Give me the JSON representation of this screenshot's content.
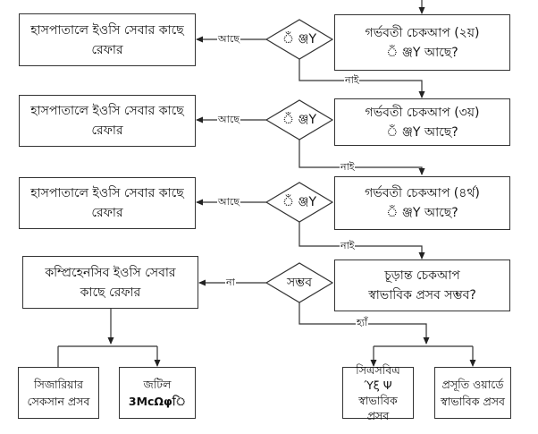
{
  "flowchart": {
    "checkups": [
      {
        "title": "গর্ভবতী চেকআপ (২য়)",
        "question_glyph": "ঁ ঞ্জY",
        "question_suffix": "আছে?"
      },
      {
        "title": "গর্ভবতী চেকআপ (৩য়)",
        "question_glyph": "ঁ ঞ্জY",
        "question_suffix": "আছে?"
      },
      {
        "title": "গর্ভবতী চেকআপ (৪র্থ)",
        "question_glyph": "ঁ ঞ্জY",
        "question_suffix": "আছে?"
      },
      {
        "title": "চূড়ান্ত চেকআপ",
        "question_glyph": "",
        "question_suffix": "স্বাভাবিক প্রসব সম্ভব?"
      }
    ],
    "decisions": [
      {
        "label": "ঁ ঞ্জY"
      },
      {
        "label": "ঁ ঞ্জY"
      },
      {
        "label": "ঁ ঞ্জY"
      },
      {
        "label": "সম্ভব"
      }
    ],
    "referrals": [
      {
        "line1": "হাসপাতালে ইওসি সেবার কাছে",
        "line2": "রেফার"
      },
      {
        "line1": "হাসপাতালে ইওসি সেবার কাছে",
        "line2": "রেফার"
      },
      {
        "line1": "হাসপাতালে ইওসি সেবার কাছে",
        "line2": "রেফার"
      },
      {
        "line1": "কম্প্রিহেনসিব ইওসি সেবার",
        "line2": "কাছে রেফার"
      }
    ],
    "edge_labels": {
      "yes_present": "আছে",
      "no_absent": "নাই",
      "no": "না",
      "yes": "হ্যাঁ"
    },
    "outcomes": [
      {
        "line1": "সিজারিয়ার",
        "line2": "সেকসান প্রসব",
        "line3": ""
      },
      {
        "line1": "জটিল",
        "line2": "3McΩφি",
        "line3": ""
      },
      {
        "line1": "সিএসবিএ",
        "line2": "Ύξ Ψ স্বাভাবিক",
        "line3": "প্রসব"
      },
      {
        "line1": "প্রসূতি ওয়ার্ডে",
        "line2": "স্বাভাবিক প্রসব",
        "line3": ""
      }
    ]
  }
}
